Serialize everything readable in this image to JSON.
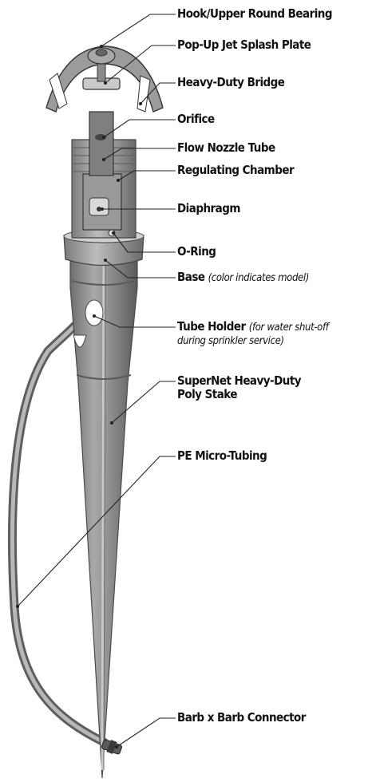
{
  "labels": {
    "hook": "Hook/Upper Round Bearing",
    "splash": "Pop-Up Jet Splash Plate",
    "bridge": "Heavy-Duty Bridge",
    "orifice": "Orifice",
    "flow_tube": "Flow Nozzle Tube",
    "regulating": "Regulating Chamber",
    "diaphragm": "Diaphragm",
    "oring": "O-Ring",
    "base": "Base",
    "base_note": "(color indicates model)",
    "tube_holder": "Tube Holder",
    "tube_holder_note_1": "(for water shut-off",
    "tube_holder_note_2": "during sprinkler service)",
    "stake_1": "SuperNet Heavy-Duty",
    "stake_2": "Poly Stake",
    "micro_tubing": "PE Micro-Tubing",
    "connector": "Barb x Barb Connector"
  },
  "colors": {
    "stake": "#8a8a8a",
    "stake_light": "#b9b9b9",
    "stake_dark": "#5e5e5e",
    "tubing": "#9a9a9a",
    "leader": "#222222"
  }
}
